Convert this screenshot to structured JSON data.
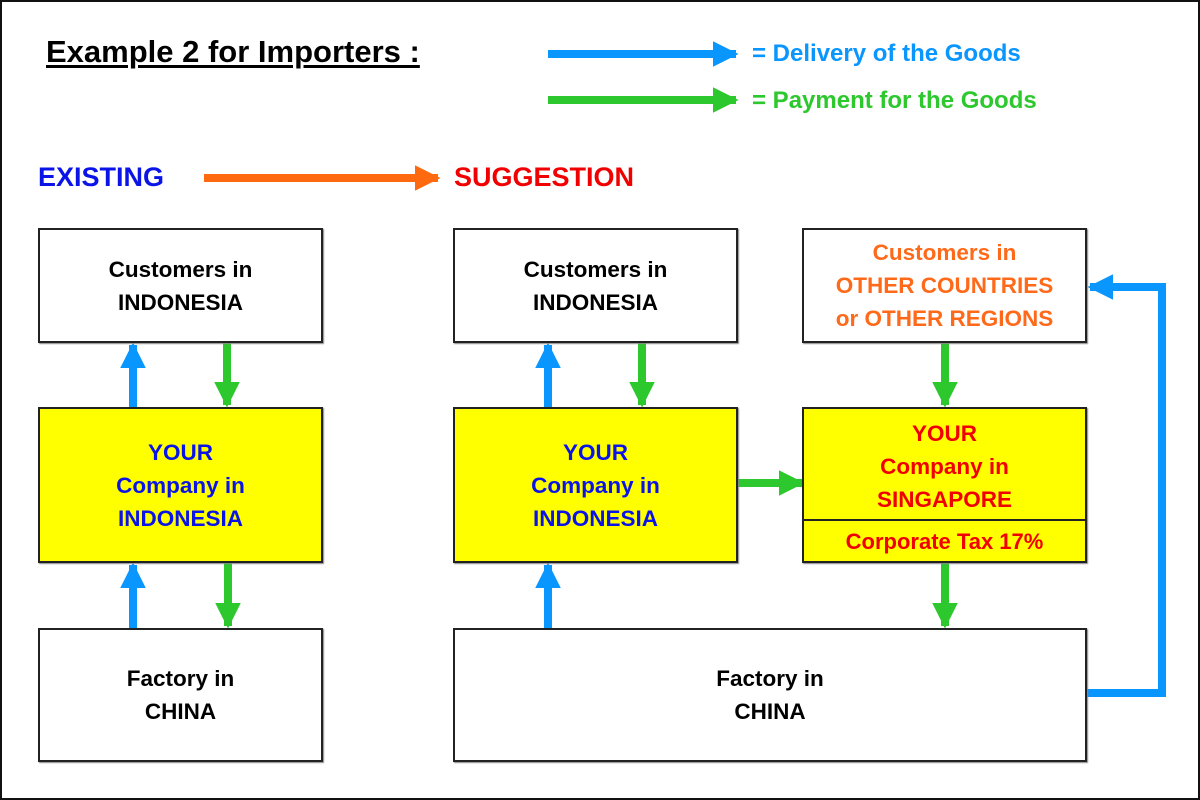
{
  "title": "Example 2 for Importers :",
  "legend": {
    "delivery": {
      "label": "= Delivery of the Goods",
      "color": "#0a96ff"
    },
    "payment": {
      "label": "= Payment for the Goods",
      "color": "#2dc82d"
    }
  },
  "sections": {
    "existing": "EXISTING",
    "suggestion": "SUGGESTION",
    "transition_arrow_color": "#ff6a10"
  },
  "existing": {
    "customers": [
      "Customers in",
      "INDONESIA"
    ],
    "company": [
      "YOUR",
      "Company in",
      "INDONESIA"
    ],
    "factory": [
      "Factory in",
      "CHINA"
    ]
  },
  "suggestion": {
    "customers_indonesia": [
      "Customers in",
      "INDONESIA"
    ],
    "customers_other": [
      "Customers in",
      "OTHER COUNTRIES",
      "or OTHER REGIONS"
    ],
    "company_indonesia": [
      "YOUR",
      "Company in",
      "INDONESIA"
    ],
    "company_singapore": [
      "YOUR",
      "Company in",
      "SINGAPORE"
    ],
    "corporate_tax": "Corporate Tax 17%",
    "factory": [
      "Factory in",
      "CHINA"
    ]
  },
  "colors": {
    "company_fill": "#ffff00",
    "existing_company_text": "#0a14e6",
    "singapore_text": "#f00000",
    "other_customers_text": "#ff6a1a"
  }
}
